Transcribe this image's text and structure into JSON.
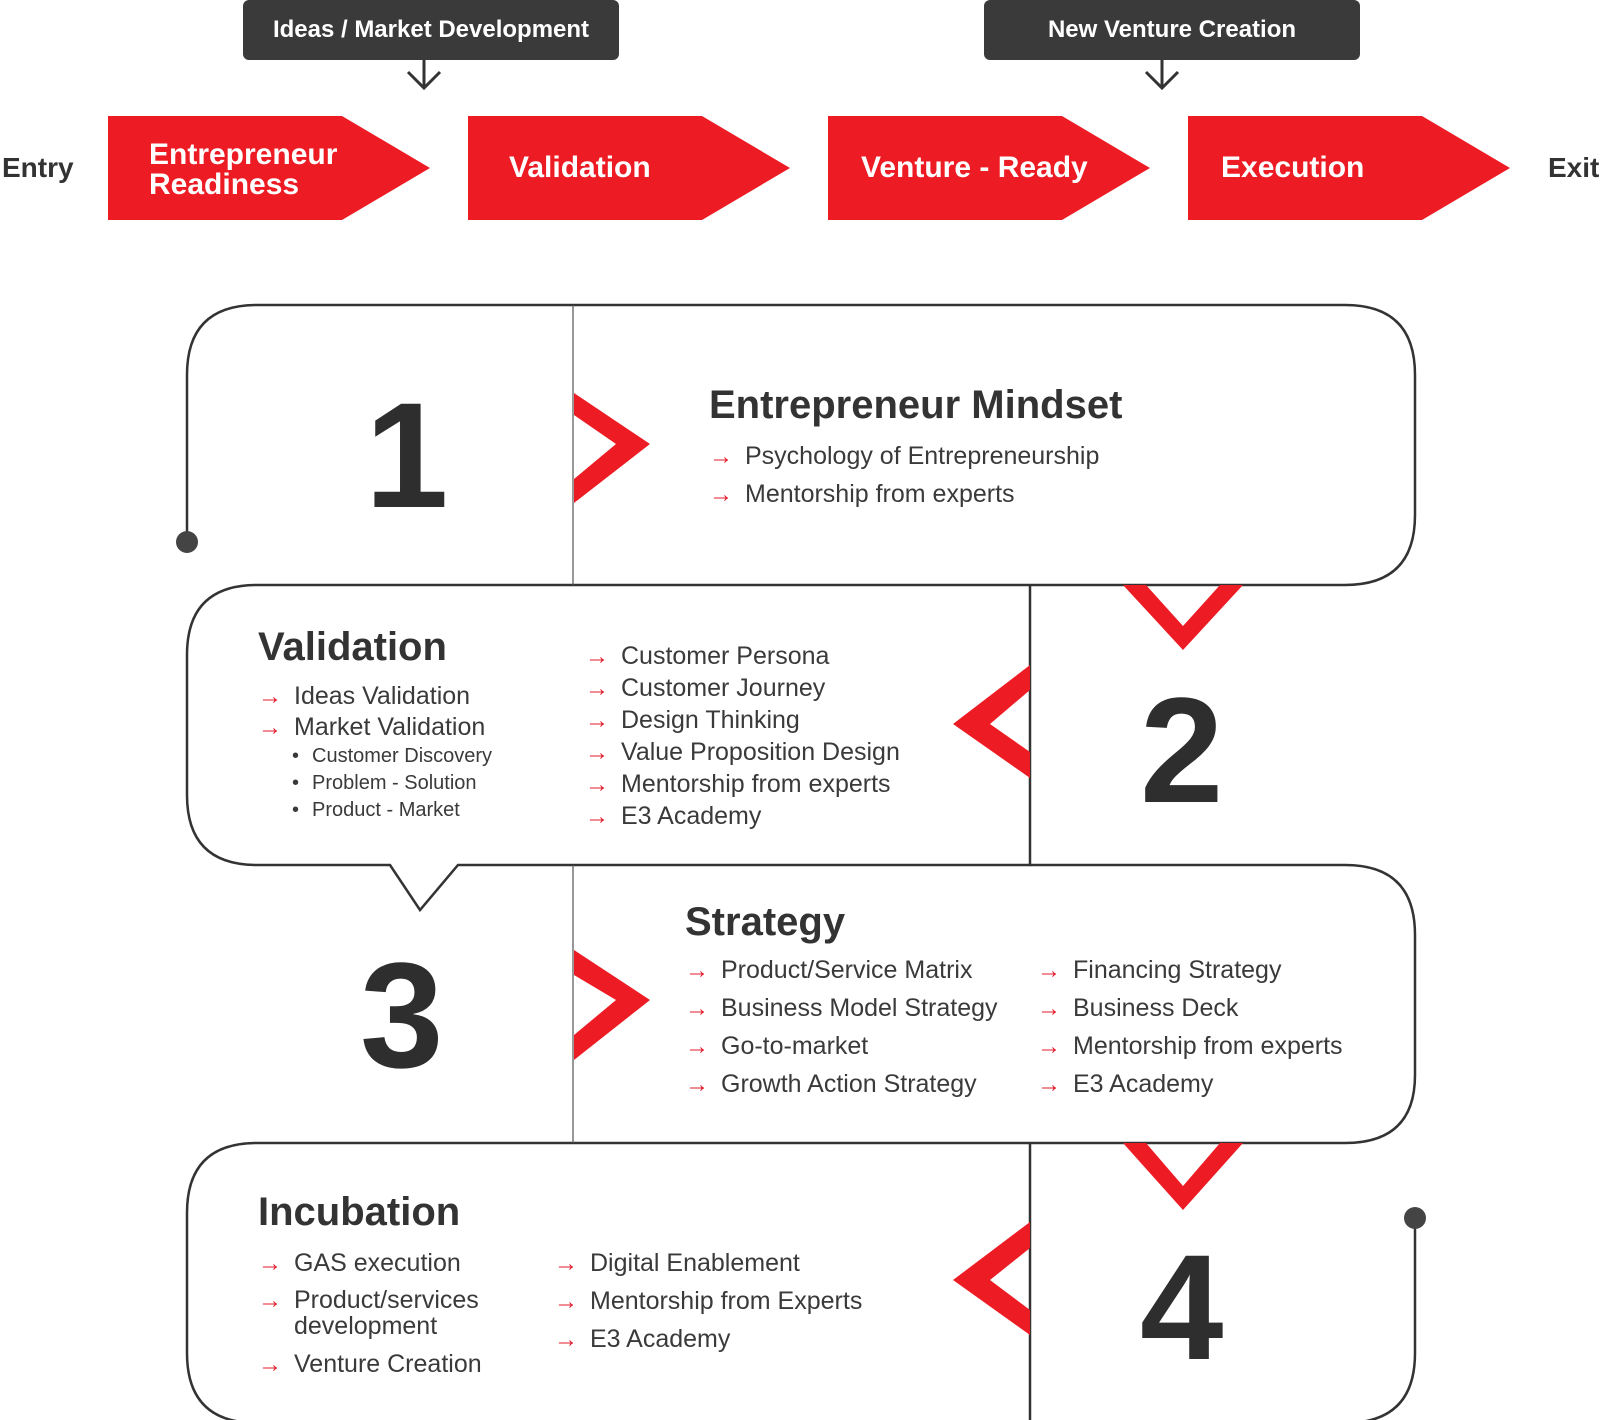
{
  "colors": {
    "accent": "#ed1c24",
    "dark": "#3a3a3a",
    "text": "#333333"
  },
  "header": {
    "tag_left": "Ideas / Market Development",
    "tag_right": "New Venture Creation",
    "entry": "Entry",
    "exit": "Exit",
    "phases": [
      "Entrepreneur\nReadiness",
      "Validation",
      "Venture - Ready",
      "Execution"
    ]
  },
  "stage1": {
    "number": "1",
    "title": "Entrepreneur Mindset",
    "items": [
      "Psychology of Entrepreneurship",
      "Mentorship from experts"
    ]
  },
  "stage2": {
    "number": "2",
    "title": "Validation",
    "left_items": [
      "Ideas Validation",
      "Market Validation"
    ],
    "sub_items": [
      "Customer Discovery",
      "Problem - Solution",
      "Product - Market"
    ],
    "right_items": [
      "Customer Persona",
      "Customer Journey",
      "Design Thinking",
      "Value Proposition Design",
      "Mentorship from experts",
      "E3 Academy"
    ]
  },
  "stage3": {
    "number": "3",
    "title": "Strategy",
    "left_items": [
      "Product/Service Matrix",
      "Business Model Strategy",
      "Go-to-market",
      "Growth Action Strategy"
    ],
    "right_items": [
      "Financing Strategy",
      "Business Deck",
      "Mentorship from experts",
      "E3 Academy"
    ]
  },
  "stage4": {
    "number": "4",
    "title": "Incubation",
    "left_items": [
      "GAS execution",
      "Product/services development",
      "Venture Creation"
    ],
    "right_items": [
      "Digital Enablement",
      "Mentorship from Experts",
      "E3 Academy"
    ]
  }
}
